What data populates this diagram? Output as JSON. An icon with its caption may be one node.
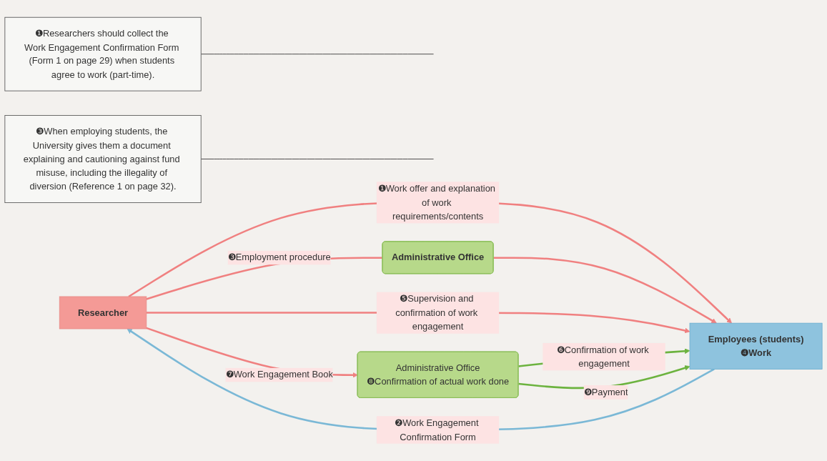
{
  "diagram": {
    "nodes": [
      {
        "text": [
          "❶Researchers should collect the Work Engagement Confirmation Form (Form 1 on page 29) when students agree to work (part-time)."
        ]
      },
      {
        "text": [
          "❸When employing students, the University gives them a document explaining and cautioning against fund misuse, including the illegality of diversion (Reference 1 on page 32)."
        ]
      },
      {
        "text": [
          "Researcher"
        ]
      },
      {
        "text": [
          "Administrative Office"
        ]
      },
      {
        "text": [
          "Administrative Office",
          "❽Confirmation of actual work done"
        ]
      },
      {
        "text": [
          "Employees (students)",
          "❹Work"
        ]
      }
    ],
    "edges": [
      {
        "from": 2,
        "to": 5,
        "arrow": "to",
        "label": "❶Work offer and explanation of work requirements/contents"
      },
      {
        "from": 5,
        "to": 2,
        "arrow": "to",
        "label": "❷Work Engagement Confirmation Form",
        "color": "#7ab8d6"
      },
      {
        "from": 2,
        "to": 3,
        "arrow": "none",
        "label": "❸Employment procedure"
      },
      {
        "from": 3,
        "to": 5,
        "arrow": "to"
      },
      {
        "from": 2,
        "to": 5,
        "arrow": "to",
        "label": "❺Supervision and confirmation of work engagement"
      },
      {
        "from": 2,
        "to": 4,
        "arrow": "to",
        "label": "❼Work Engagement Book"
      },
      {
        "from": 4,
        "to": 5,
        "arrow": "to",
        "label": "❻Confirmation of work engagement",
        "color": "#6cb33f"
      },
      {
        "from": 4,
        "to": 5,
        "arrow": "to",
        "label": "❾Payment",
        "color": "#6cb33f"
      },
      {
        "from": 0,
        "to": null,
        "arrow": "none",
        "color": "#333333"
      },
      {
        "from": 1,
        "to": null,
        "arrow": "none",
        "color": "#333333"
      }
    ]
  }
}
